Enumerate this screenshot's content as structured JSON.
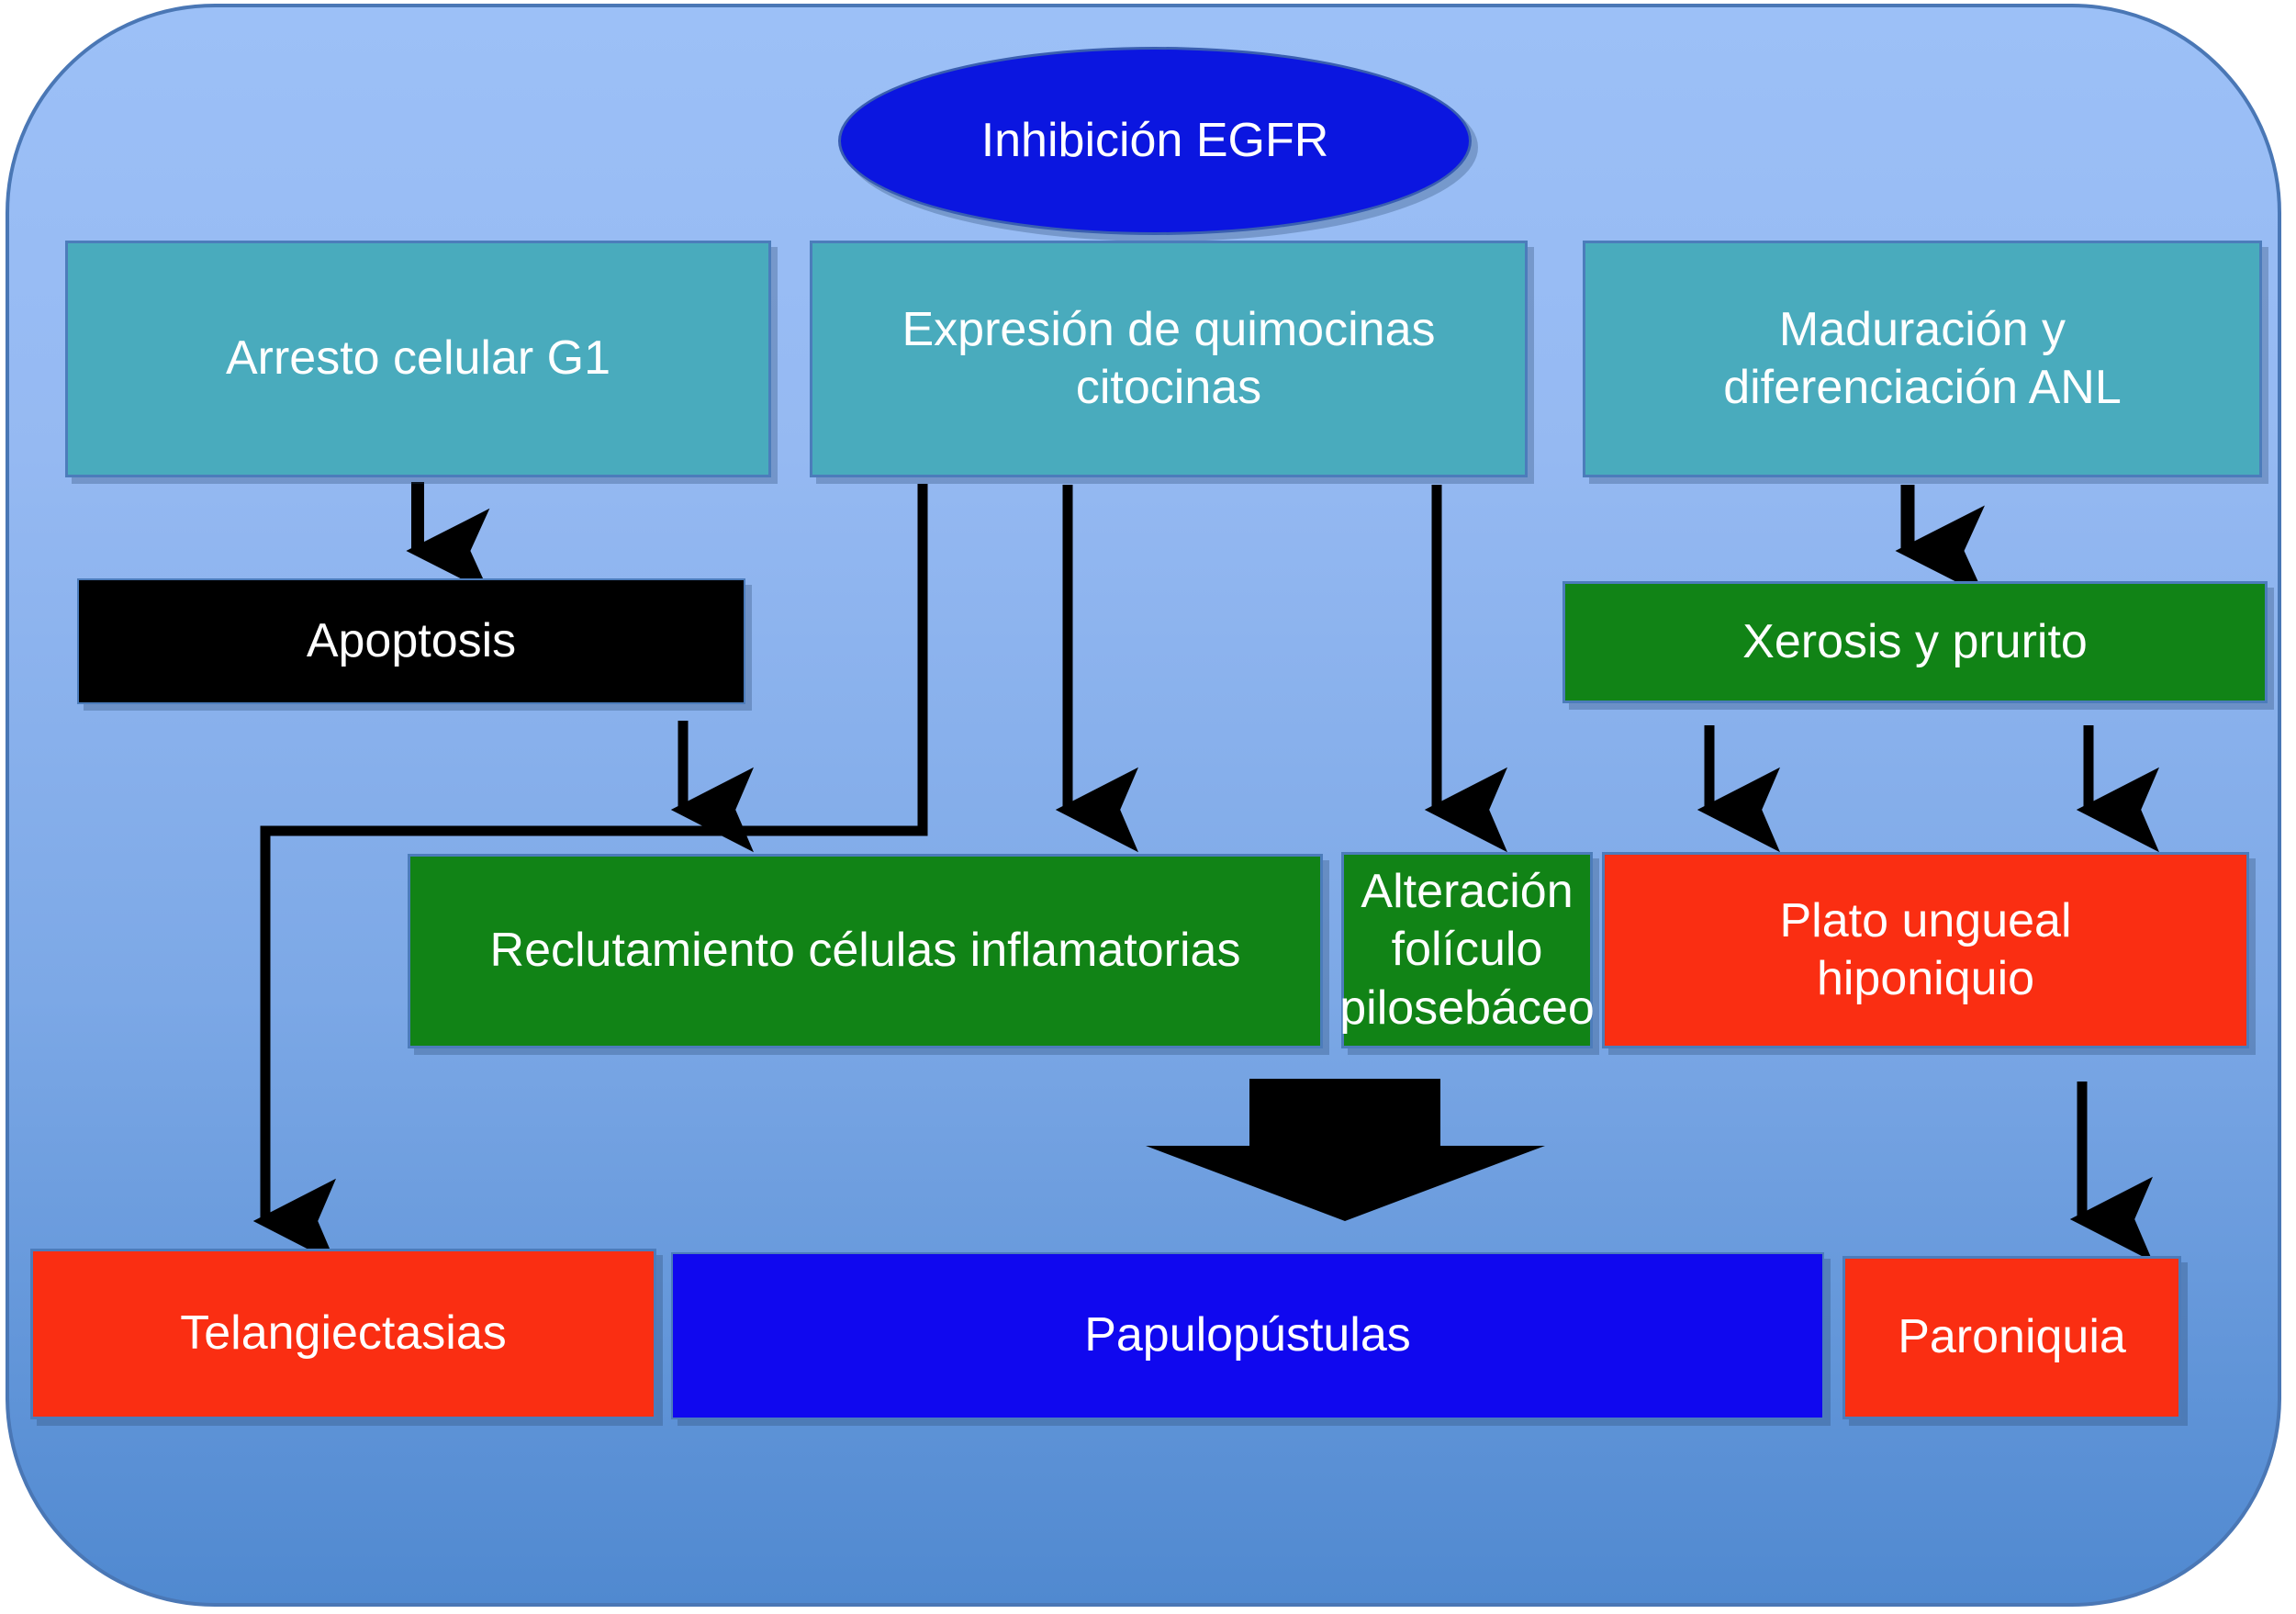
{
  "diagram": {
    "title_node": {
      "label": "Inhibición EGFR",
      "shape": "ellipse",
      "color": "#0b16e0"
    },
    "tier1": [
      {
        "label": "Arresto celular  G1",
        "color": "#49abbd"
      },
      {
        "label": "Expresión de quimocinas\ncitocinas",
        "color": "#49abbd"
      },
      {
        "label": "Maduración y\ndiferenciación ANL",
        "color": "#49abbd"
      }
    ],
    "tier2": [
      {
        "label": "Apoptosis",
        "color": "#000000"
      },
      {
        "label": "Xerosis y prurito",
        "color": "#118316"
      }
    ],
    "tier3": [
      {
        "label": "Reclutamiento células inflamatorias",
        "color": "#118316"
      },
      {
        "label": "Alteración folículo\npilosebáceo",
        "color": "#118316"
      },
      {
        "label": "Plato ungueal\nhiponiquio",
        "color": "#fa2e12"
      }
    ],
    "tier4": [
      {
        "label": "Telangiectasias",
        "color": "#fa2e12"
      },
      {
        "label": "Papulopústulas",
        "color": "#1008ef"
      },
      {
        "label": "Paroniquia",
        "color": "#fa2e12"
      }
    ],
    "connectors": [
      {
        "name": "arresto-to-apoptosis",
        "kind": "thick-arrow"
      },
      {
        "name": "apoptosis-to-reclutamiento",
        "kind": "thin-arrow"
      },
      {
        "name": "expresion-left-elbow-to-telangiectasias",
        "kind": "elbow-arrow"
      },
      {
        "name": "expresion-to-reclutamiento",
        "kind": "thin-arrow"
      },
      {
        "name": "expresion-to-alteracion-foliculo",
        "kind": "thin-arrow"
      },
      {
        "name": "maduracion-to-xerosis",
        "kind": "thick-arrow"
      },
      {
        "name": "xerosis-to-alteracion-foliculo",
        "kind": "thin-arrow"
      },
      {
        "name": "xerosis-to-plato-ungueal",
        "kind": "thin-arrow"
      },
      {
        "name": "tier3-to-papulopustulas",
        "kind": "block-arrow"
      },
      {
        "name": "plato-ungueal-to-paroniquia",
        "kind": "thin-arrow"
      }
    ],
    "palette": {
      "background_top": "#9cc0f7",
      "background_bottom": "#5089d0",
      "panel_border": "#4a77b5",
      "teal": "#49abbd",
      "green": "#118316",
      "red": "#fa2e12",
      "blue": "#1008ef",
      "black": "#000000",
      "arrow": "#000000",
      "text": "#ffffff"
    }
  }
}
